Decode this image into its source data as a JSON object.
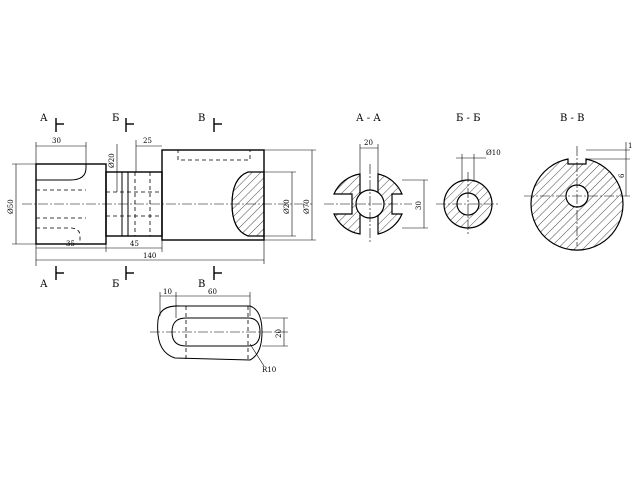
{
  "sections": {
    "top_a": "А",
    "top_b": "Б",
    "top_v": "В",
    "bot_a": "А",
    "bot_b": "Б",
    "bot_v": "В",
    "view_aa": "А - А",
    "view_bb": "Б - Б",
    "view_vv": "В - В"
  },
  "dims": {
    "d30_top": "30",
    "d25": "25",
    "d_phi20_mid": "Ø20",
    "d_phi50": "Ø50",
    "d_phi20_right": "Ø20",
    "d_phi70": "Ø70",
    "d35": "35",
    "d45": "45",
    "d140": "140",
    "aa_20": "20",
    "aa_30": "30",
    "bb_phi10": "Ø10",
    "vv_1": "1",
    "vv_6": "6",
    "bot_10": "10",
    "bot_60": "60",
    "bot_20": "20",
    "bot_r10": "R10"
  }
}
